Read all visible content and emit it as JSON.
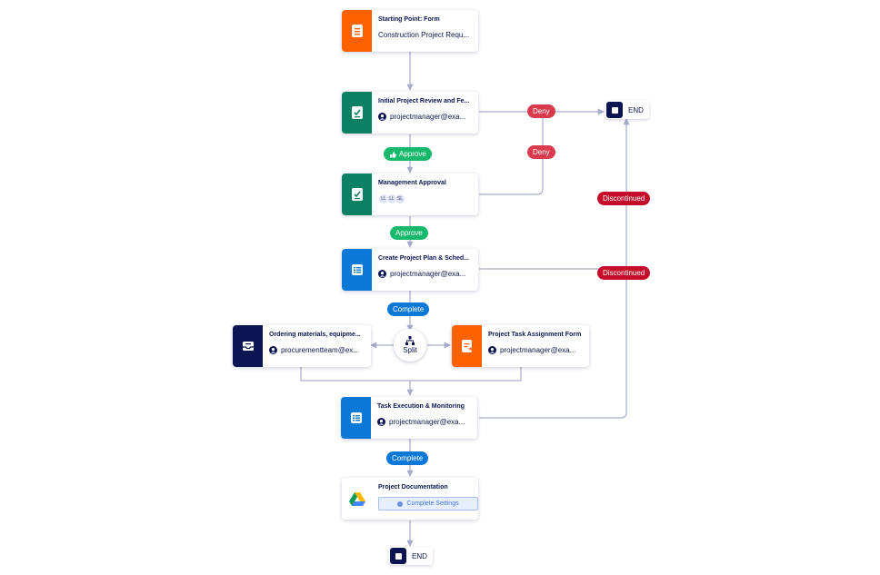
{
  "colors": {
    "orange": "#ff6100",
    "green": "#0b8062",
    "blue": "#0a78d7",
    "navy": "#0a1551",
    "approve": "#18b96c",
    "deny": "#da3a4d",
    "discontinued": "#c50c2a",
    "connector": "#a6aacb"
  },
  "nodes": {
    "starting_point": {
      "title": "Starting Point: Form",
      "subtitle": "Construction Project Requ...",
      "icon": "form-icon"
    },
    "initial_review": {
      "title": "Initial Project Review and Fe...",
      "assignee": "projectmanager@exa...",
      "icon": "approval-icon"
    },
    "management_approval": {
      "title": "Management Approval",
      "avatars": [
        "LL",
        "LL",
        "SL"
      ],
      "icon": "approval-icon"
    },
    "create_plan": {
      "title": "Create Project Plan & Sched...",
      "assignee": "projectmanager@exa...",
      "icon": "task-list-icon"
    },
    "ordering_materials": {
      "title": "Ordering materials, equipme...",
      "assignee": "procurementteam@ex...",
      "icon": "inbox-icon"
    },
    "task_assignment": {
      "title": "Project Task Assignment Form",
      "assignee": "projectmanager@exa...",
      "icon": "form-assign-icon"
    },
    "task_execution": {
      "title": "Task Execution & Monitoring",
      "assignee": "projectmanager@exa...",
      "icon": "task-list-icon"
    },
    "documentation": {
      "title": "Project Documentation",
      "button": "Complete Settings",
      "icon": "google-drive-icon"
    }
  },
  "split": {
    "label": "Split"
  },
  "ends": {
    "top": "END",
    "bottom": "END"
  },
  "pills": {
    "approve_1": "Approve",
    "approve_2": "Approve",
    "deny_1": "Deny",
    "deny_2": "Deny",
    "discontinued_1": "Discontinued",
    "discontinued_2": "Discontinued",
    "complete_1": "Complete",
    "complete_2": "Complete"
  }
}
